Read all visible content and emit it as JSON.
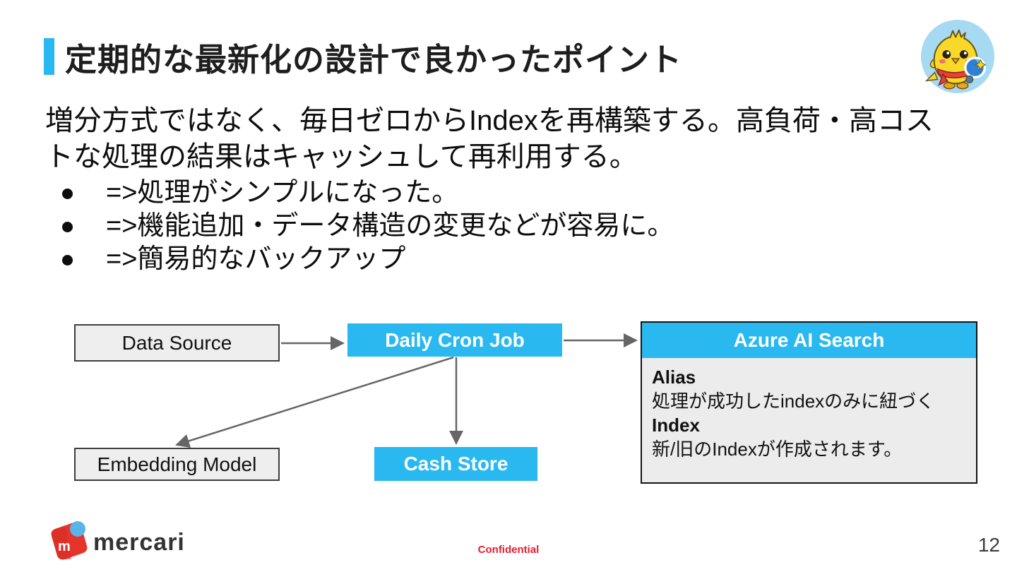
{
  "slide": {
    "title": "定期的な最新化の設計で良かったポイント",
    "body_lines": [
      "増分方式ではなく、毎日ゼロからIndexを再構築する。高負荷・高コス",
      "トな処理の結果はキャッシュして再利用する。"
    ],
    "bullets": [
      "=>処理がシンプルになった。",
      "=>機能追加・データ構造の変更などが容易に。",
      "=>簡易的なバックアップ"
    ],
    "page_number": "12",
    "confidential": "Confidential",
    "logo_text": "mercari"
  },
  "diagram": {
    "nodes": [
      {
        "id": "data-source",
        "label": "Data Source",
        "style": "gray"
      },
      {
        "id": "daily-cron-job",
        "label": "Daily Cron Job",
        "style": "cyan"
      },
      {
        "id": "azure-ai-search",
        "label": "Azure AI Search",
        "style": "cyan-header"
      },
      {
        "id": "embedding-model",
        "label": "Embedding Model",
        "style": "gray"
      },
      {
        "id": "cash-store",
        "label": "Cash Store",
        "style": "cyan"
      }
    ],
    "azure_details": [
      {
        "term": "Alias",
        "desc": "処理が成功したindexのみに紐づく"
      },
      {
        "term": "Index",
        "desc": "新/旧のIndexが作成されます。"
      }
    ],
    "edges": [
      "data-source -> daily-cron-job",
      "daily-cron-job -> azure-ai-search",
      "daily-cron-job -> embedding-model",
      "daily-cron-job -> cash-store"
    ]
  },
  "icons": {
    "avatar": "chick-mascot-icon",
    "logo_mark": "mercari-cube-icon"
  },
  "colors": {
    "accent_cyan": "#29b8f0",
    "box_gray": "#eeeeee",
    "box_border": "#3d3d3d",
    "arrow_gray": "#666666",
    "confidential_red": "#ea1c2c",
    "mercari_red": "#e5352b",
    "logo_blue": "#59b5e8",
    "avatar_bg_blue": "#a6d9f2",
    "title_text": "#1e1e1e"
  }
}
